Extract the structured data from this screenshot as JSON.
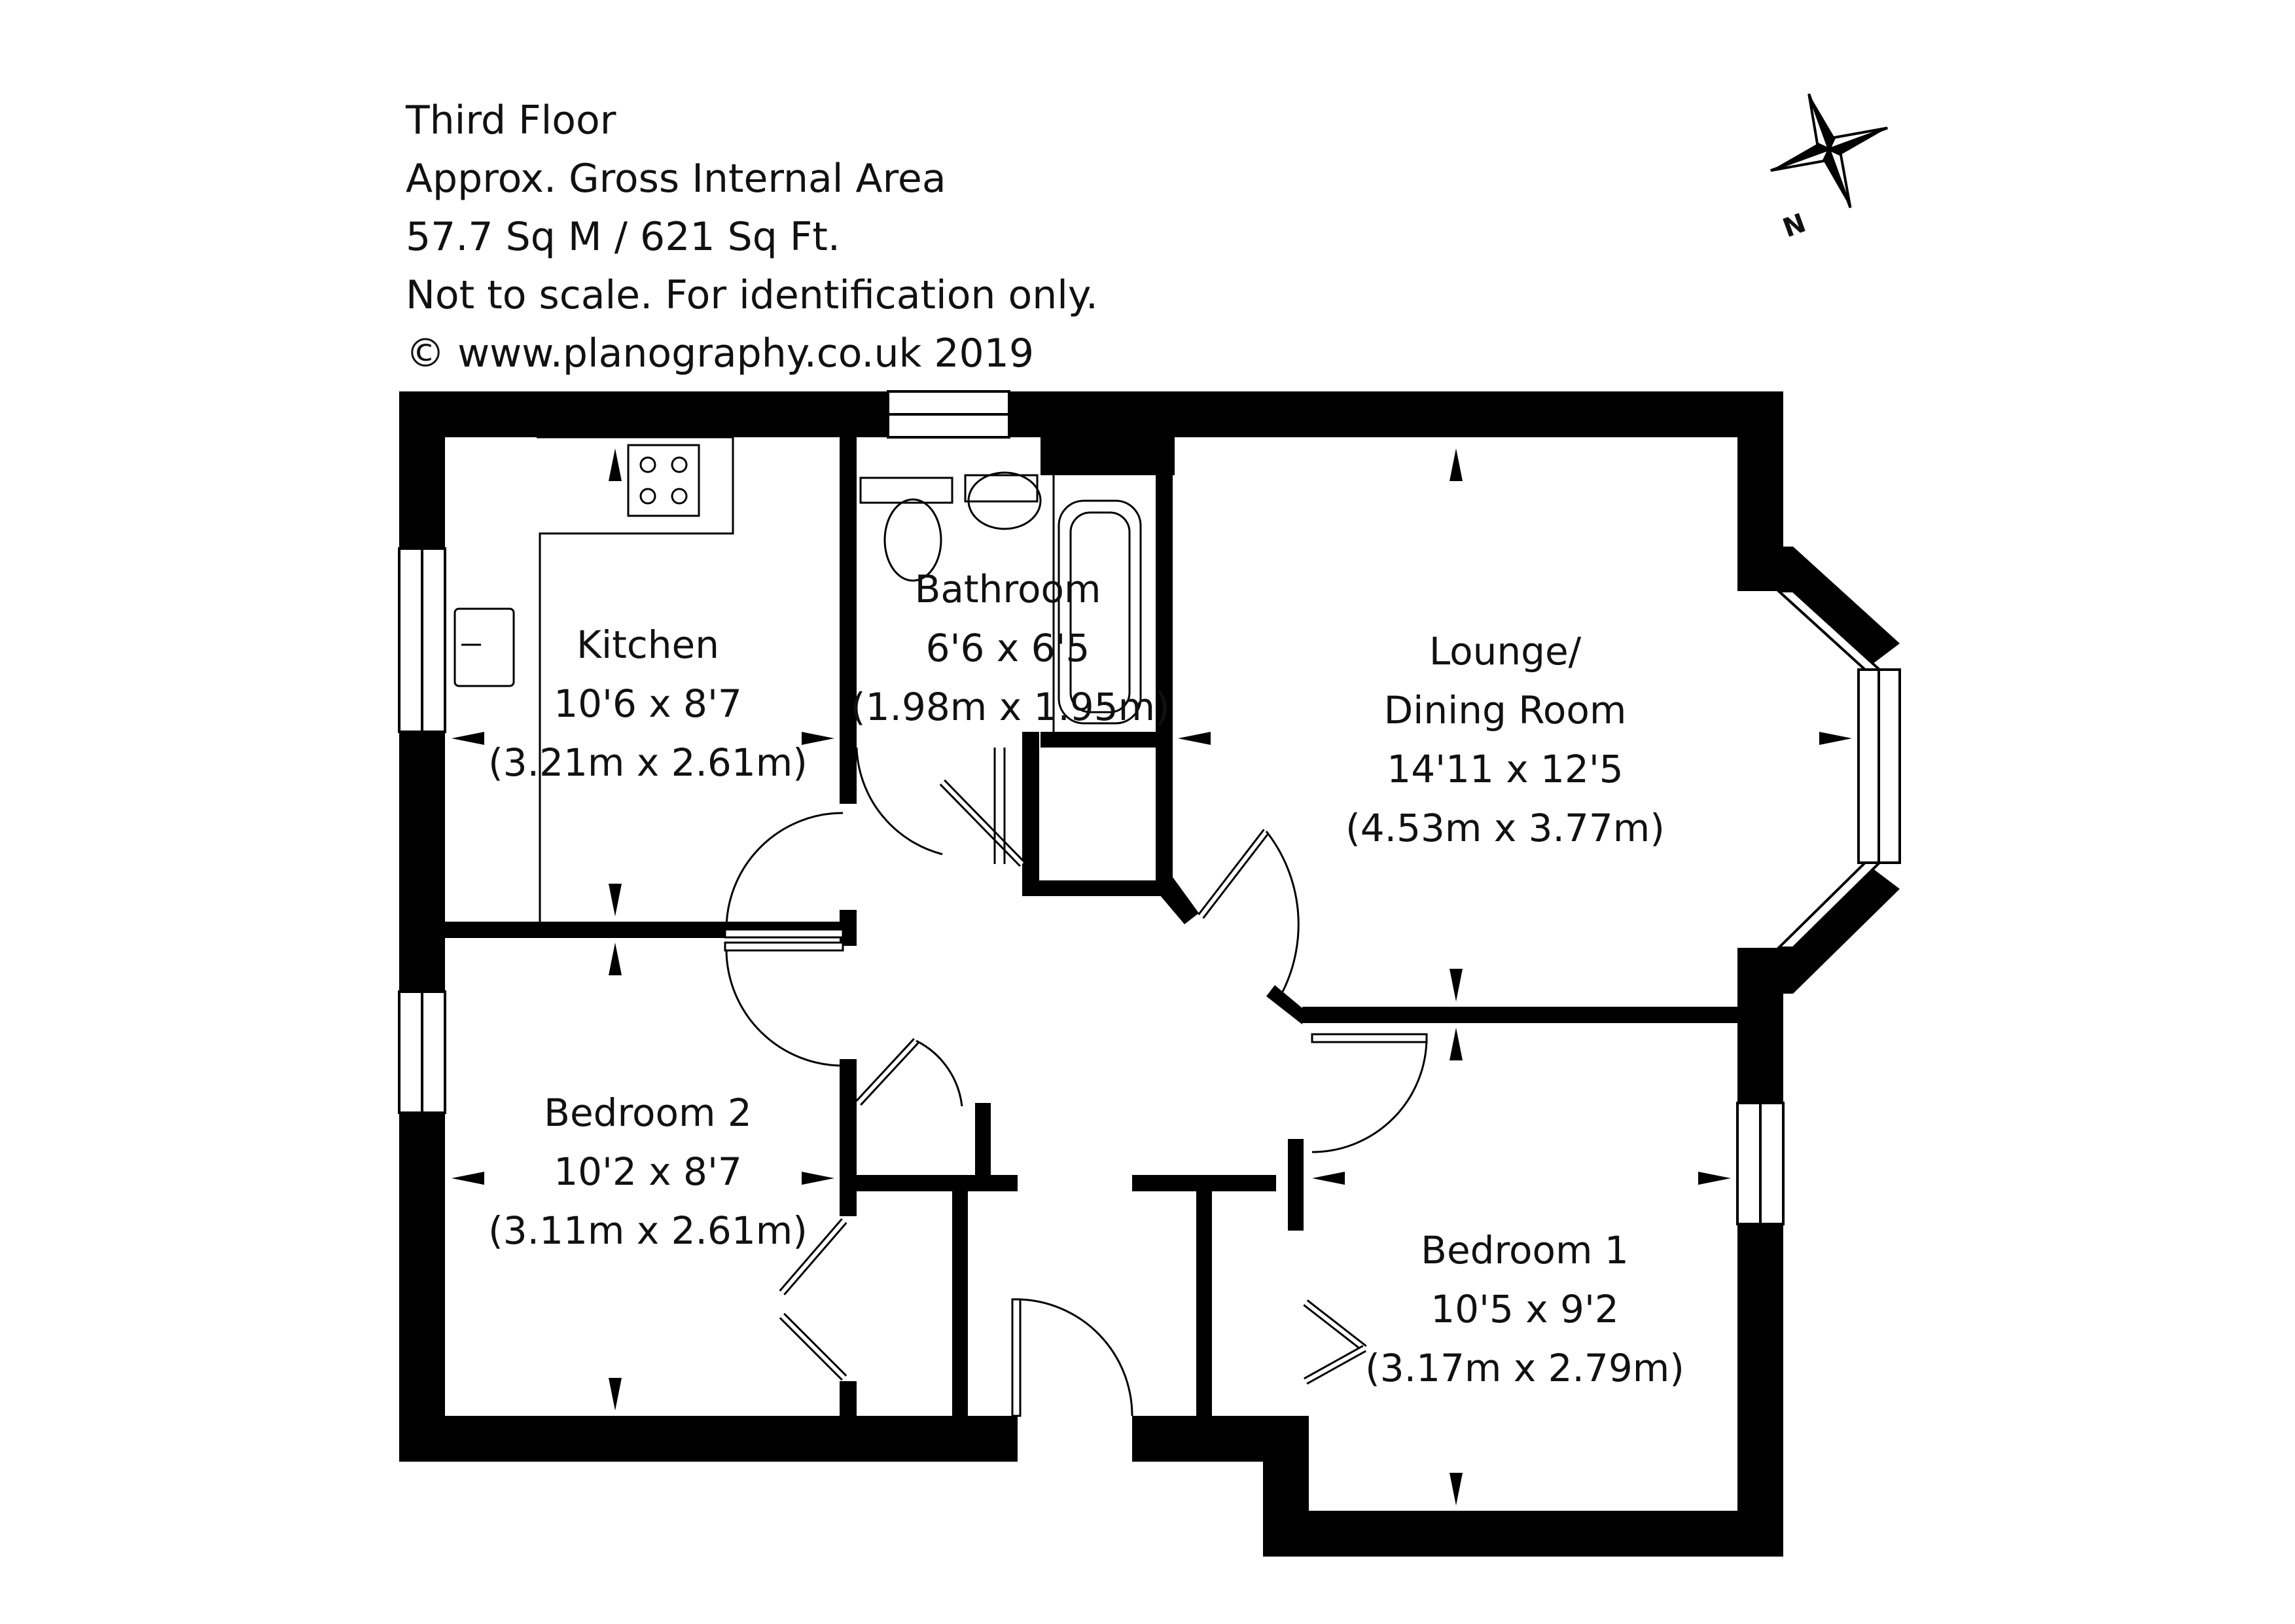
{
  "header": {
    "floor": "Third Floor",
    "area_label": "Approx. Gross Internal Area",
    "area_value": "57.7 Sq M / 621 Sq Ft.",
    "disclaimer": "Not to scale. For identification only.",
    "copyright": "© www.planography.co.uk 2019"
  },
  "compass": {
    "label": "N",
    "icon": "compass-rose-icon"
  },
  "rooms": {
    "kitchen": {
      "name": "Kitchen",
      "imperial": "10'6 x 8'7",
      "metric": "(3.21m x 2.61m)"
    },
    "bathroom": {
      "name": "Bathroom",
      "imperial": "6'6 x 6'5",
      "metric": "(1.98m x 1.95m)"
    },
    "lounge": {
      "name": "Lounge/",
      "name2": "Dining Room",
      "imperial": "14'11 x 12'5",
      "metric": "(4.53m x 3.77m)"
    },
    "bedroom2": {
      "name": "Bedroom 2",
      "imperial": "10'2 x 8'7",
      "metric": "(3.11m x 2.61m)"
    },
    "bedroom1": {
      "name": "Bedroom 1",
      "imperial": "10'5 x 9'2",
      "metric": "(3.17m x 2.79m)"
    }
  },
  "colors": {
    "wall": "#000000",
    "line": "#000000",
    "background": "#ffffff"
  }
}
